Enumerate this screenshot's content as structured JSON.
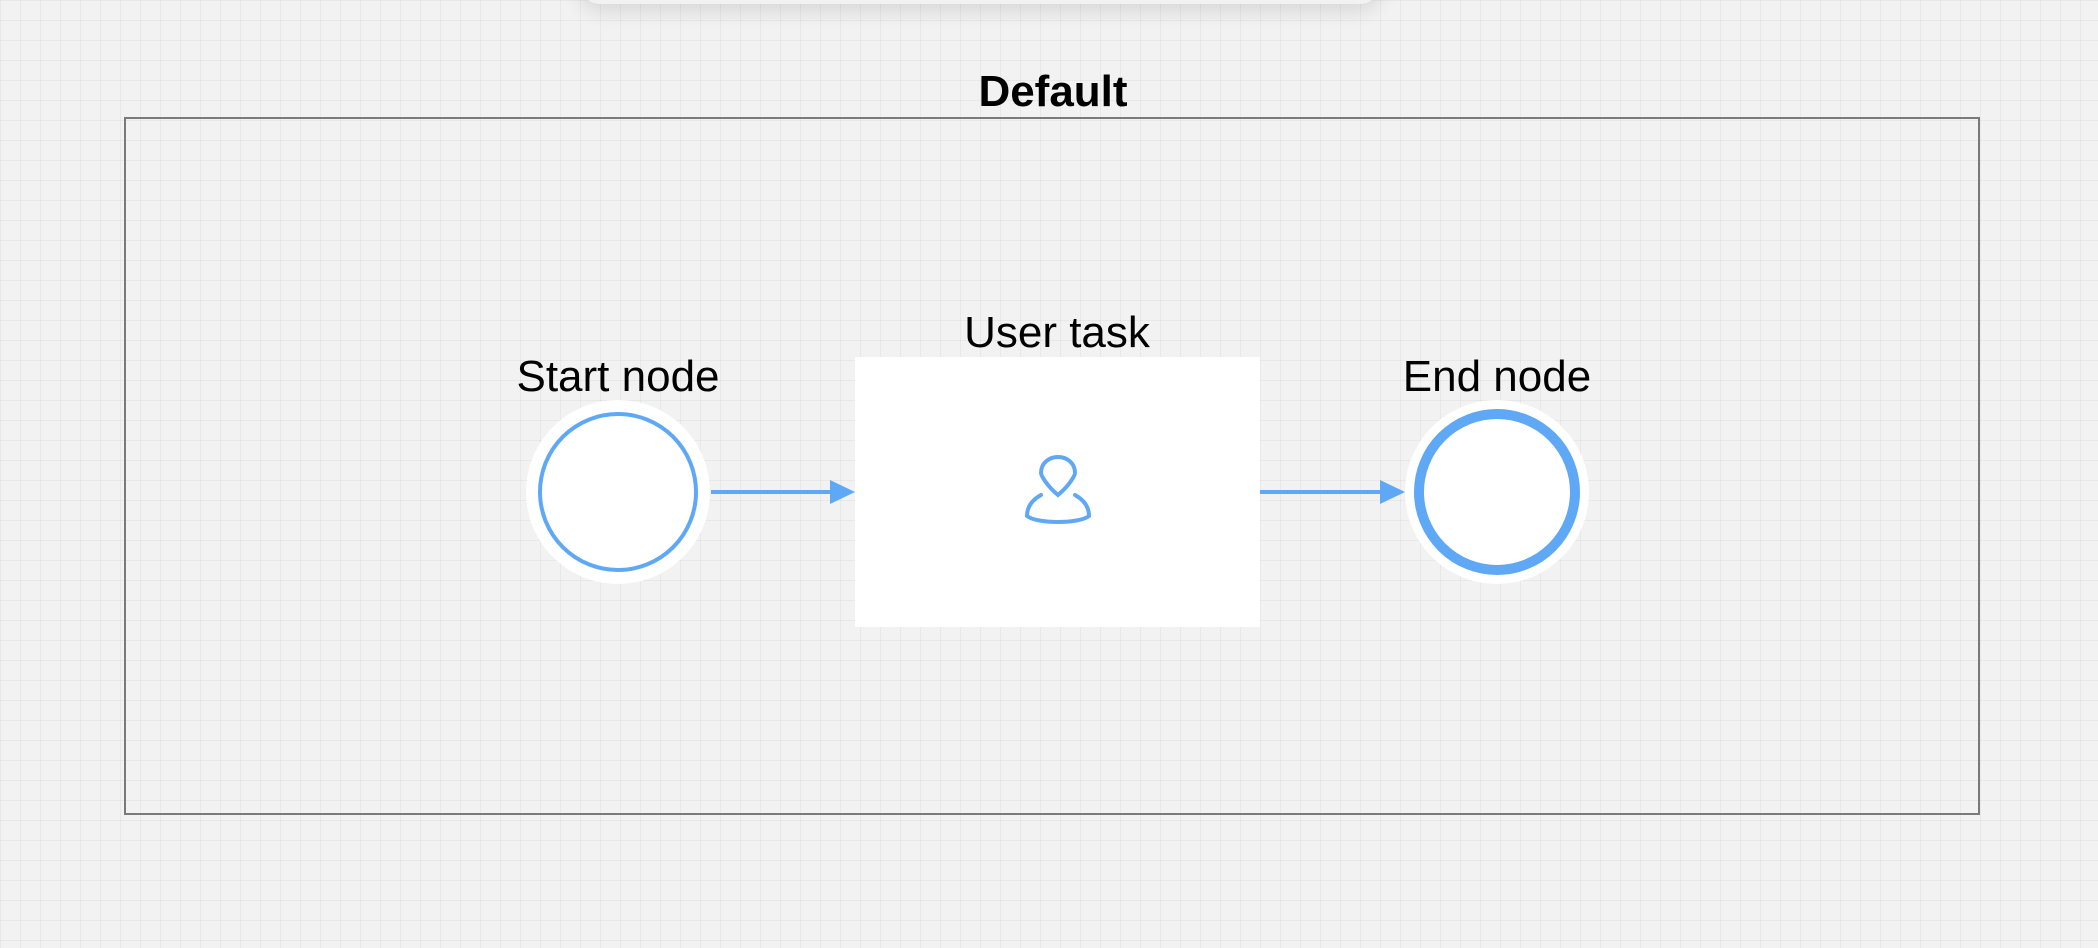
{
  "pool": {
    "title": "Default"
  },
  "nodes": {
    "start": {
      "label": "Start node",
      "icon": "start-event-circle"
    },
    "task": {
      "label": "User task",
      "icon": "user-icon"
    },
    "end": {
      "label": "End node",
      "icon": "end-event-circle"
    }
  },
  "colors": {
    "accent": "#5fa8f5",
    "pool_border": "#7a7a7a",
    "canvas": "#f2f2f2",
    "node_fill": "#ffffff"
  }
}
